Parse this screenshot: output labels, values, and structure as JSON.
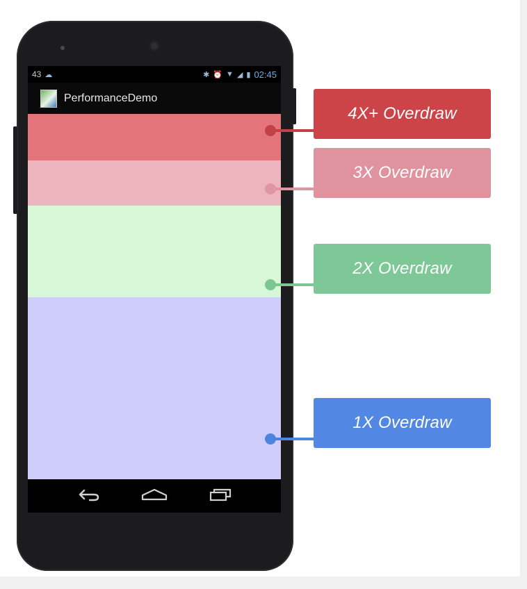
{
  "status_bar": {
    "notification_count": "43",
    "time": "02:45"
  },
  "app": {
    "title": "PerformanceDemo"
  },
  "overdraw_levels": [
    {
      "key": "4x",
      "label": "4X+ Overdraw",
      "band_color": "#e2747a",
      "label_color": "#cd4448",
      "connector_color": "#c24047"
    },
    {
      "key": "3x",
      "label": "3X Overdraw",
      "band_color": "#ecb5be",
      "label_color": "#e0939f",
      "connector_color": "#df95a2"
    },
    {
      "key": "2x",
      "label": "2X Overdraw",
      "band_color": "#d8f7d6",
      "label_color": "#7ec796",
      "connector_color": "#7cc694"
    },
    {
      "key": "1x",
      "label": "1X Overdraw",
      "band_color": "#cfcdf9",
      "label_color": "#5288e3",
      "connector_color": "#4c84e0"
    }
  ],
  "nav_icons": [
    "back-icon",
    "home-icon",
    "recents-icon"
  ]
}
